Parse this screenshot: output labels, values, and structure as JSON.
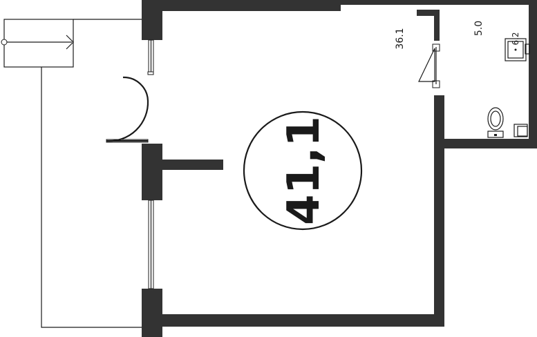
{
  "colors": {
    "wall": "#333333",
    "line": "#1a1a1a",
    "background": "#ffffff"
  },
  "plan": {
    "main_area": "41,1",
    "room_area_label": "36.1",
    "bathroom_area_label": "5.0",
    "sink_label": "6.2"
  }
}
